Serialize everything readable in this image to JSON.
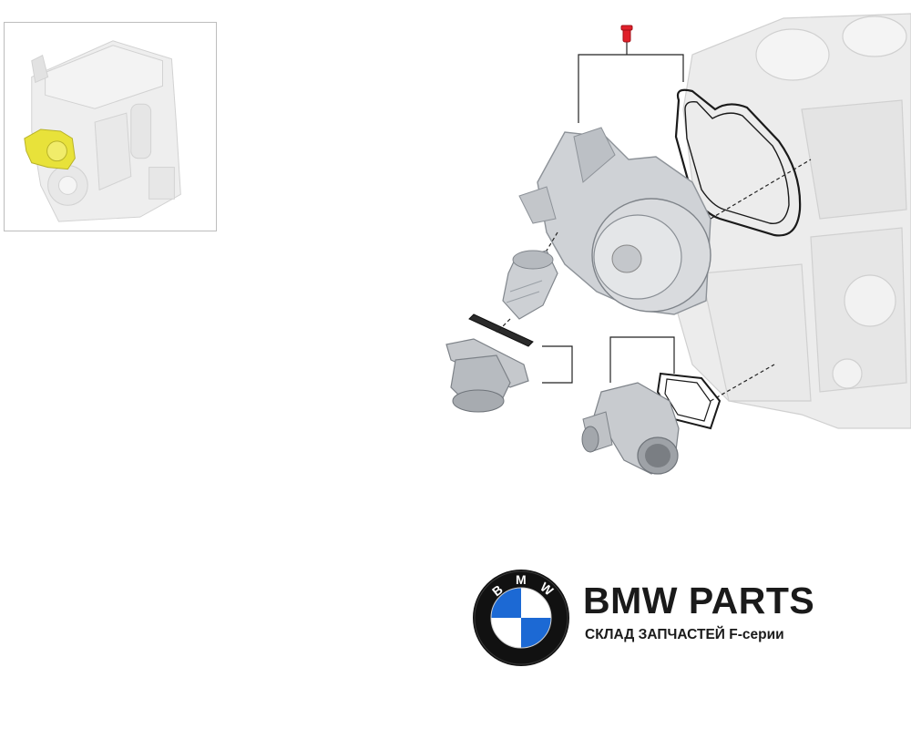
{
  "diagram": {
    "parts": [
      {
        "name": "engine-block"
      },
      {
        "name": "water-pump"
      },
      {
        "name": "thermostat"
      },
      {
        "name": "thermostat-seal"
      },
      {
        "name": "thermostat-housing"
      },
      {
        "name": "coolant-pipe-fitting"
      },
      {
        "name": "pump-gasket"
      },
      {
        "name": "fitting-gasket"
      }
    ],
    "highlight_color": "#e8e23a",
    "marker_color": "#e0202a"
  },
  "brand": {
    "title": "BMW PARTS",
    "subtitle": "СКЛАД ЗАПЧАСТЕЙ F-серии",
    "logo_letters": [
      "B",
      "M",
      "W"
    ],
    "colors": {
      "ring": "#111111",
      "blue": "#1c69d4",
      "white": "#ffffff"
    }
  }
}
